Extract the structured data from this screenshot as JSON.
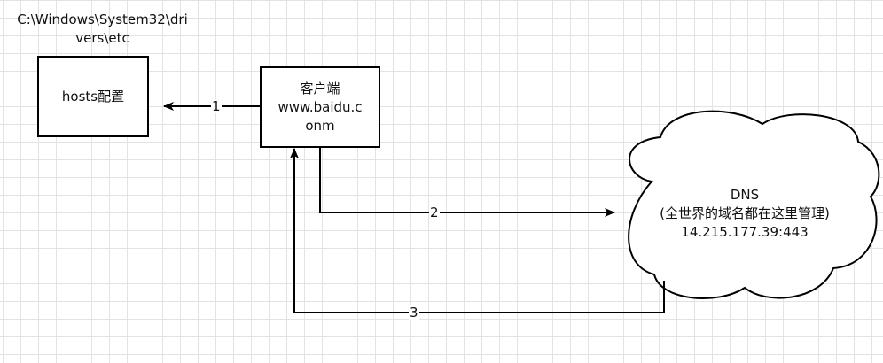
{
  "path_label": {
    "line1": "C:\\Windows\\System32\\dri",
    "line2": "vers\\etc"
  },
  "hosts_box": {
    "label": "hosts配置"
  },
  "client_box": {
    "line1": "客户端",
    "line2": "www.baidu.c",
    "line3": "onm"
  },
  "dns_cloud": {
    "line1": "DNS",
    "line2": "(全世界的域名都在这里管理)",
    "line3": "14.215.177.39:443"
  },
  "edges": [
    {
      "label": "1",
      "from": "client",
      "to": "hosts"
    },
    {
      "label": "2",
      "from": "client",
      "to": "dns"
    },
    {
      "label": "3",
      "from": "dns",
      "to": "client"
    }
  ],
  "colors": {
    "stroke": "#000000",
    "grid": "#e3e3e3",
    "background": "#ffffff"
  }
}
